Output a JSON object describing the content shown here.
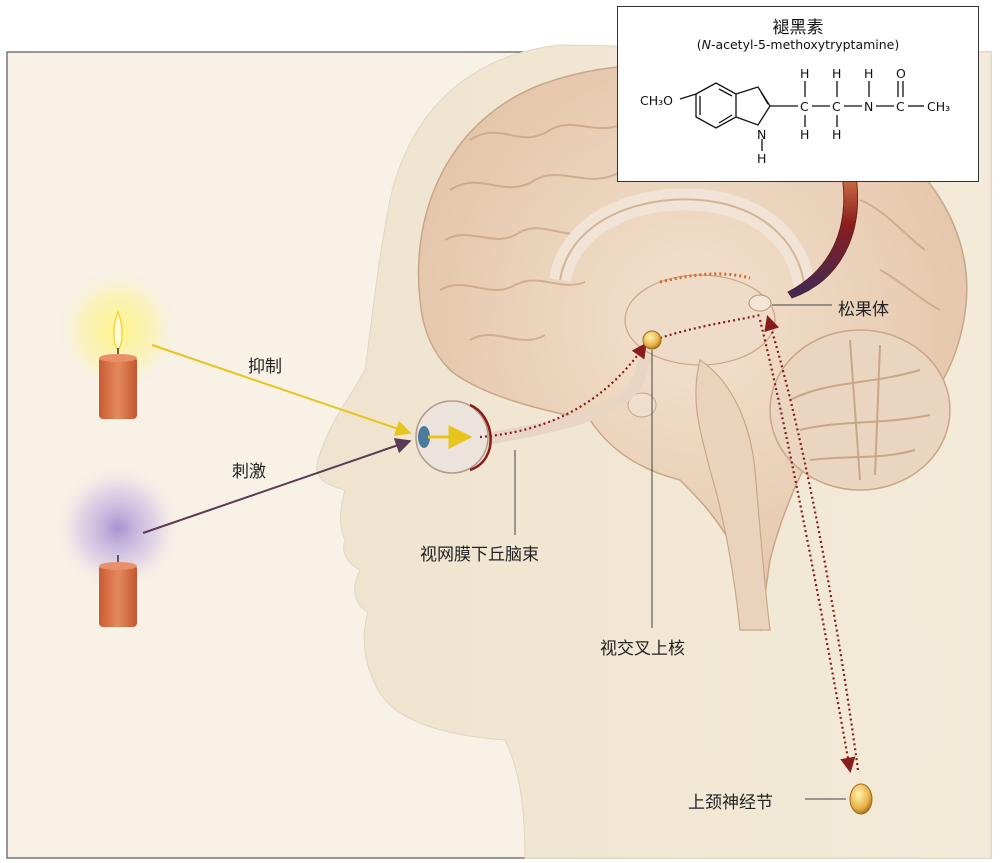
{
  "labels": {
    "inhibit": "抑制",
    "stimulate": "刺激",
    "retinohypothalamic_tract": "视网膜下丘脑束",
    "suprachiasmatic_nucleus": "视交叉上核",
    "pineal_gland": "松果体",
    "superior_cervical_ganglion": "上颈神经节"
  },
  "molecule": {
    "name": "褪黑素",
    "formula_prefix": "N",
    "formula_rest": "-acetyl-5-methoxytryptamine",
    "atoms": {
      "ch3o": "CH₃O",
      "n_ring": "N",
      "h_ring": "H",
      "c1": "C",
      "c2": "C",
      "h_top1": "H",
      "h_top2": "H",
      "h_top3": "H",
      "h_bot1": "H",
      "h_bot2": "H",
      "n_amide": "N",
      "c_carbonyl": "C",
      "o": "O",
      "ch3": "CH₃"
    }
  },
  "colors": {
    "inhibit_arrow": "#e8c51c",
    "stimulate_arrow": "#5a3a55",
    "neural_path": "#8a1c1c",
    "melatonin_arrow": "#8a1a1a",
    "background_panel": "#f7f1e6",
    "brain": "#efd9c4"
  },
  "icons": [
    "yellow-candle-icon",
    "purple-candle-icon",
    "eye-icon",
    "brain-illustration"
  ]
}
